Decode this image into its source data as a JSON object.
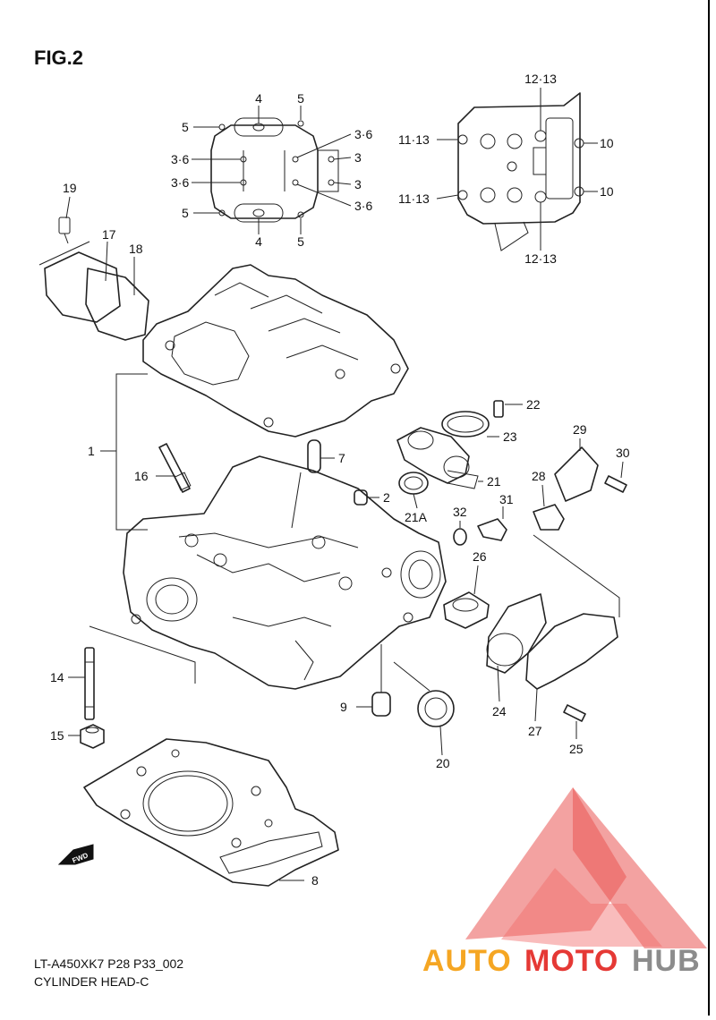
{
  "figure": {
    "title": "FIG.2"
  },
  "callouts": {
    "c1": "1",
    "c2": "2",
    "c7": "7",
    "c8": "8",
    "c9": "9",
    "c14": "14",
    "c15": "15",
    "c16": "16",
    "c17": "17",
    "c18": "18",
    "c19": "19",
    "c20": "20",
    "c21": "21",
    "c21a": "21A",
    "c22": "22",
    "c23": "23",
    "c24": "24",
    "c25": "25",
    "c26": "26",
    "c27": "27",
    "c28": "28",
    "c29": "29",
    "c30": "30",
    "c31": "31",
    "c32": "32",
    "top_4a": "4",
    "top_4b": "4",
    "top_5a": "5",
    "top_5b": "5",
    "top_5c": "5",
    "top_5d": "5",
    "top_36a": "3·6",
    "top_36b": "3·6",
    "top_36c": "3·6",
    "top_36d": "3·6",
    "top_3a": "3",
    "top_3b": "3",
    "hd_1213a": "12·13",
    "hd_1213b": "12·13",
    "hd_1113a": "11·13",
    "hd_1113b": "11·13",
    "hd_10a": "10",
    "hd_10b": "10"
  },
  "fwd_marker": {
    "label": "FWD"
  },
  "caption": {
    "line1": "LT-A450XK7 P28 P33_002",
    "line2": "CYLINDER HEAD-C"
  },
  "watermark": {
    "part1": "AUTO",
    "part2": "MOTO",
    "part3": "HUB"
  },
  "colors": {
    "watermark_red": "#e53935",
    "watermark_orange": "#f5a623",
    "watermark_grey": "#8c8c8c",
    "ink": "#222222"
  }
}
